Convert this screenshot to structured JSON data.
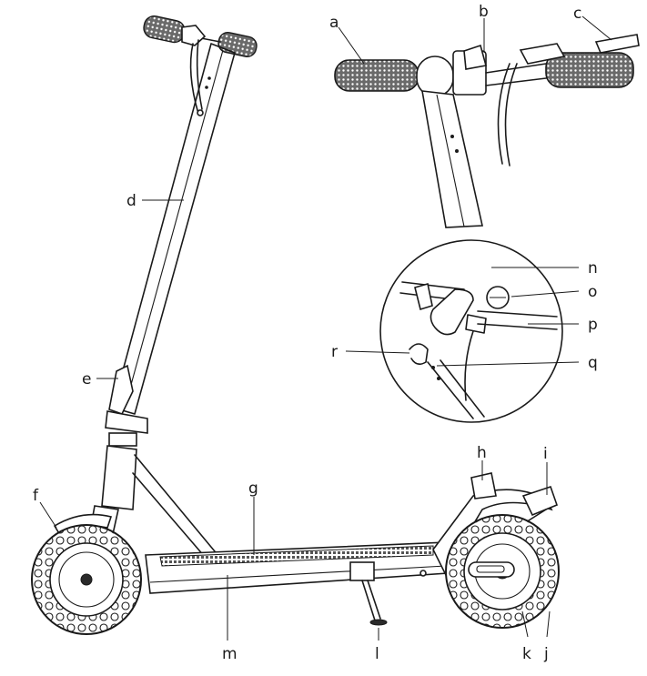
{
  "labels": {
    "a": "a",
    "b": "b",
    "c": "c",
    "d": "d",
    "e": "e",
    "f": "f",
    "g": "g",
    "h": "h",
    "i": "i",
    "j": "j",
    "k": "k",
    "l": "l",
    "m": "m",
    "n": "n",
    "o": "o",
    "p": "p",
    "q": "q",
    "r": "r"
  }
}
